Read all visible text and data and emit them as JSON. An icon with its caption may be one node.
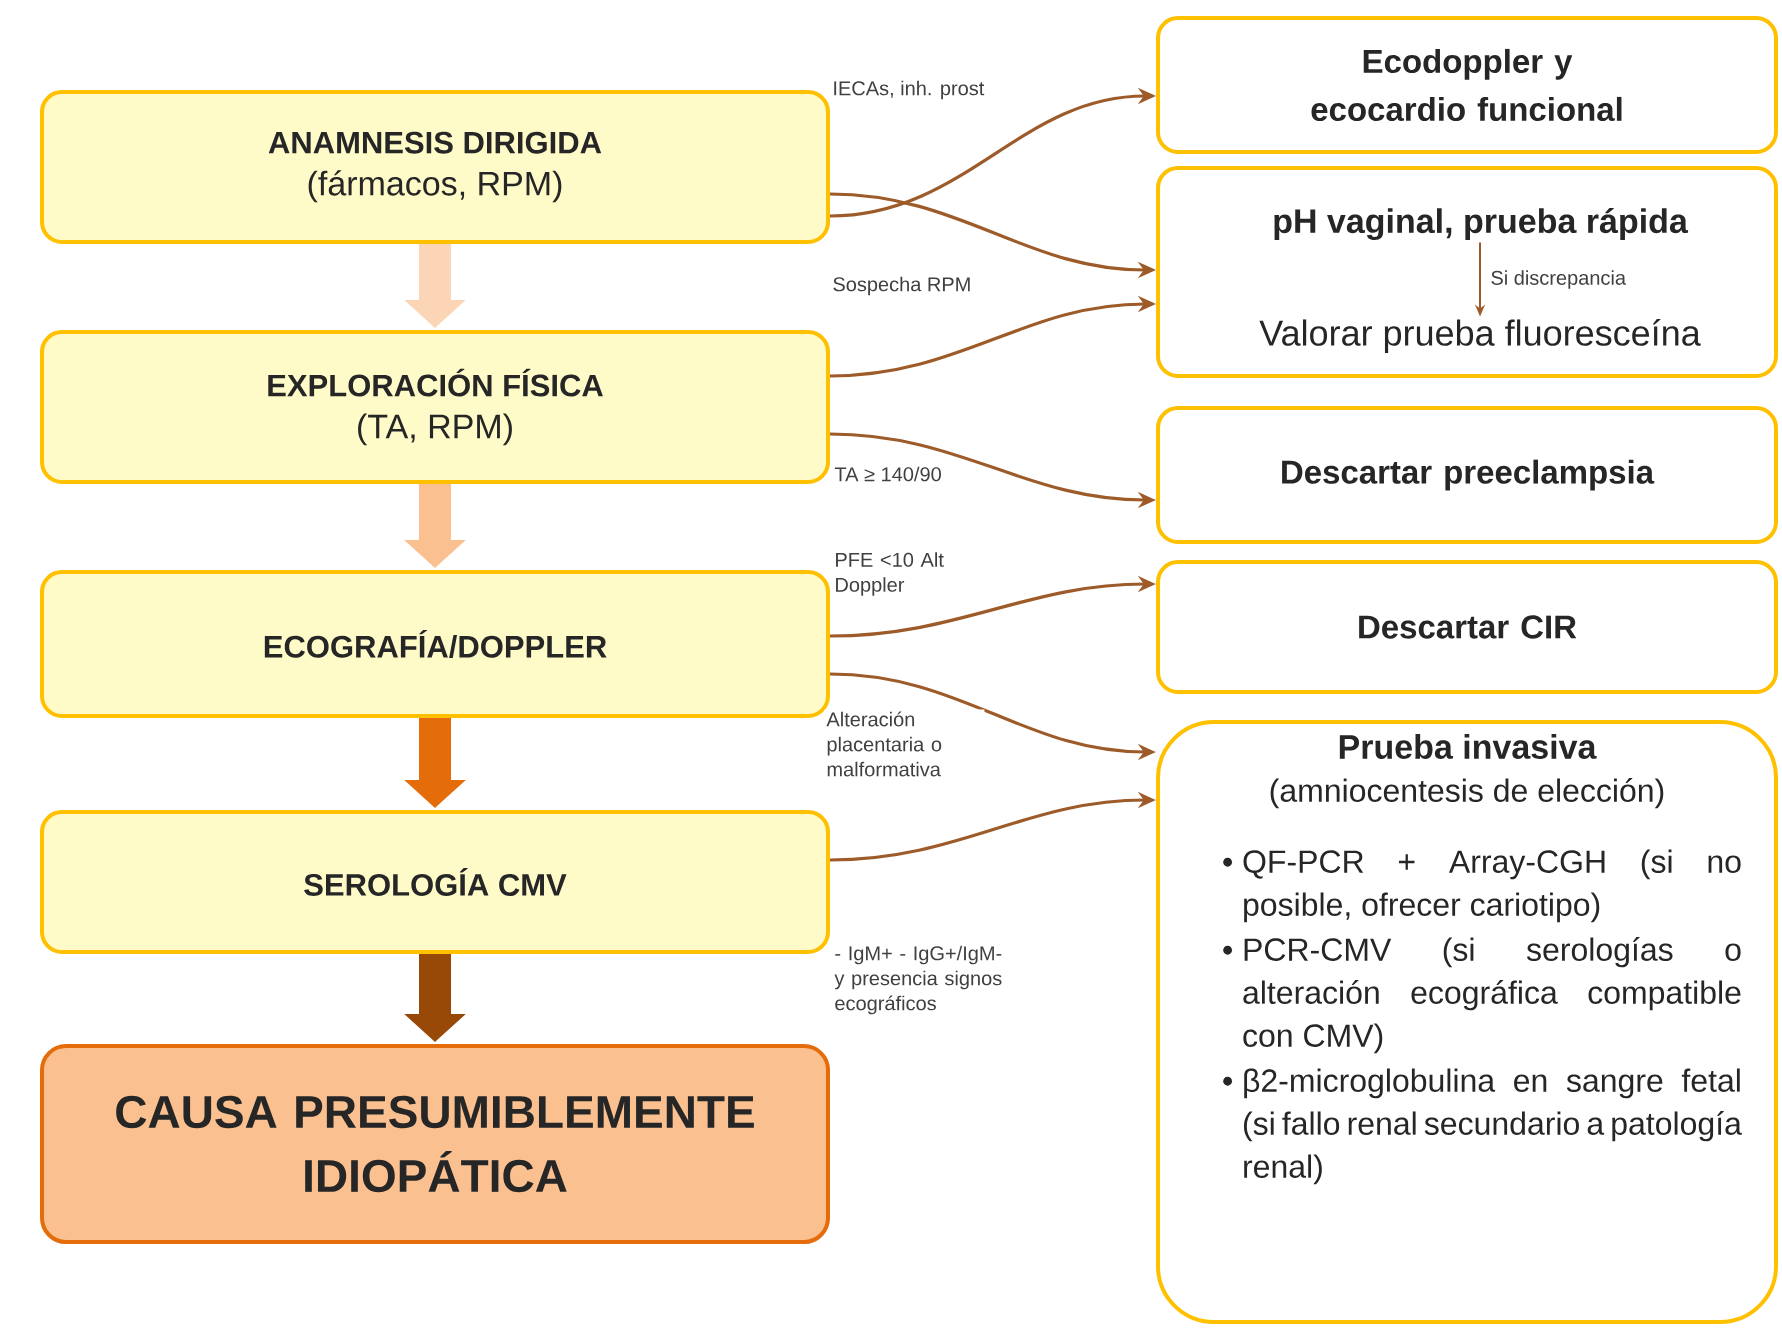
{
  "diagram": {
    "nodes": [
      {
        "text": [
          "ANAMNESIS DIRIGIDA",
          "(fármacos, RPM)"
        ]
      },
      {
        "text": [
          "EXPLORACIÓN FÍSICA",
          "(TA, RPM)"
        ]
      },
      {
        "text": [
          "ECOGRAFÍA/DOPPLER"
        ]
      },
      {
        "text": [
          "SEROLOGÍA CMV"
        ]
      },
      {
        "text": [
          "CAUSA PRESUMIBLEMENTE IDIOPÁTICA"
        ]
      },
      {
        "text": [
          "Ecodoppler y ecocardio funcional"
        ]
      },
      {
        "text": [],
        "shape": "box"
      },
      {
        "text": [
          "pH vaginal, prueba rápida"
        ],
        "in": 6
      },
      {
        "text": [
          "Valorar prueba fluoresceína"
        ],
        "in": 6
      },
      {
        "text": [
          "Descartar preeclampsia"
        ]
      },
      {
        "text": [
          "Descartar CIR"
        ]
      },
      {
        "text": [
          "Prueba invasiva",
          "(amniocentesis de elección)",
          "QF-PCR + Array-CGH (si no posible, ofrecer cariotipo)",
          "PCR-CMV (si serologías o alteración ecográfica compatible con CMV)",
          "β2-microglobulina en sangre fetal (si fallo renal secundario a patología renal)"
        ]
      }
    ],
    "edges": [
      {
        "from": 0,
        "to": 5,
        "arrow": "to",
        "label": "IECAs, inh. prost"
      },
      {
        "from": 0,
        "to": 6,
        "arrow": "to",
        "label": "Sospecha RPM"
      },
      {
        "from": 1,
        "to": 6,
        "arrow": "to"
      },
      {
        "from": 1,
        "to": 9,
        "arrow": "to",
        "label": "TA ≥ 140/90"
      },
      {
        "from": 2,
        "to": 10,
        "arrow": "to",
        "label": "PFE <10 Alt Doppler"
      },
      {
        "from": 2,
        "to": 11,
        "arrow": "to",
        "label": "Alteración placentaria o malformativa"
      },
      {
        "from": 3,
        "to": 11,
        "arrow": "to",
        "label": "- IgM+ - IgG+/IgM- y presencia signos ecográficos"
      },
      {
        "from": 0,
        "to": 1,
        "arrow": "to",
        "style": "thick",
        "color": "#fbd5b5"
      },
      {
        "from": 1,
        "to": 2,
        "arrow": "to",
        "style": "thick",
        "color": "#fac090"
      },
      {
        "from": 2,
        "to": 3,
        "arrow": "to",
        "style": "thick",
        "color": "#e46c0a"
      },
      {
        "from": 3,
        "to": 4,
        "arrow": "to",
        "style": "thick",
        "color": "#984807"
      },
      {
        "from": 7,
        "to": 8,
        "arrow": "to",
        "label": "Si discrepancia"
      }
    ]
  }
}
